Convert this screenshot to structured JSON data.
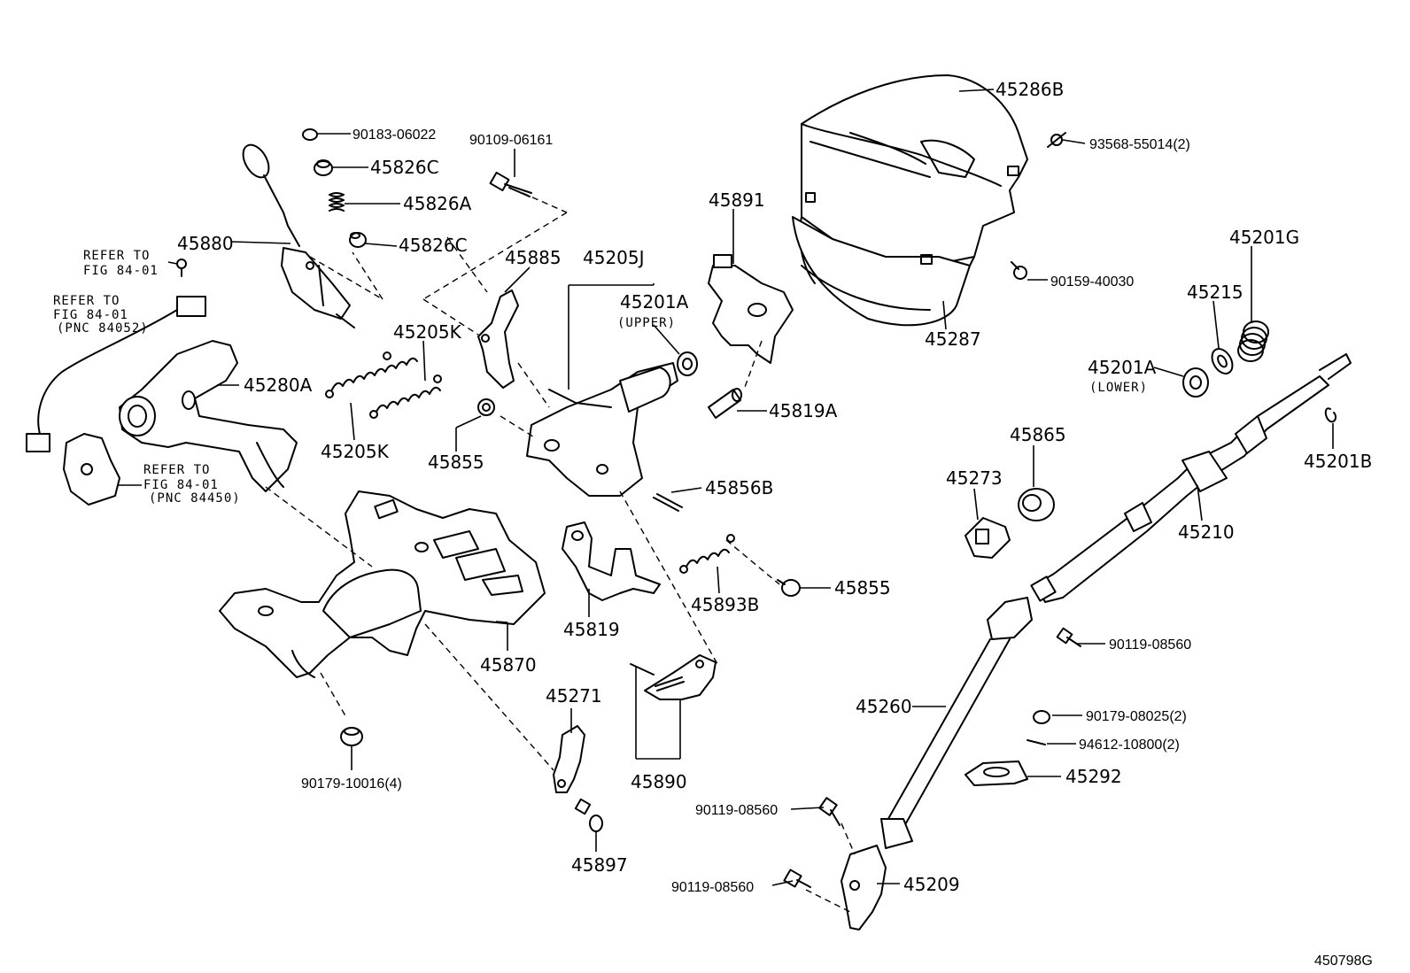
{
  "labels": {
    "p45286b": "45286B",
    "p93568": "93568-55014(2)",
    "p90183": "90183-06022",
    "p90109": "90109-06161",
    "p45826c_top": "45826C",
    "p45826a": "45826A",
    "p45826c_bot": "45826C",
    "p45891": "45891",
    "p45880": "45880",
    "p45885": "45885",
    "p45205j": "45205J",
    "p45201a_upper": "45201A",
    "upper": "(UPPER)",
    "p90159": "90159-40030",
    "p45287": "45287",
    "p45201g": "45201G",
    "p45215": "45215",
    "p45201a_lower": "45201A",
    "lower": "(LOWER)",
    "p45205k_top": "45205K",
    "p45280a": "45280A",
    "p45819a": "45819A",
    "p45201b": "45201B",
    "p45865": "45865",
    "p45273": "45273",
    "p45205k_bot": "45205K",
    "p45855_left": "45855",
    "p45856b": "45856B",
    "p45210": "45210",
    "p45855_right": "45855",
    "p45893b": "45893B",
    "p45819": "45819",
    "p45870": "45870",
    "p90119_a": "90119-08560",
    "p45271": "45271",
    "p45260": "45260",
    "p90179_08025": "90179-08025(2)",
    "p94612": "94612-10800(2)",
    "p90179_10016": "90179-10016(4)",
    "p45890": "45890",
    "p45292": "45292",
    "p90119_b": "90119-08560",
    "p45897": "45897",
    "p90119_c": "90119-08560",
    "p45209": "45209",
    "diagram_code": "450798G"
  },
  "refs": {
    "ref1_line1": "REFER TO",
    "ref1_line2": "FIG 84-01",
    "ref2_line1": "REFER TO",
    "ref2_line2": "FIG 84-01",
    "ref2_line3": "(PNC 84052)",
    "ref3_line1": "REFER TO",
    "ref3_line2": "FIG 84-01",
    "ref3_line3": "(PNC 84450)"
  }
}
